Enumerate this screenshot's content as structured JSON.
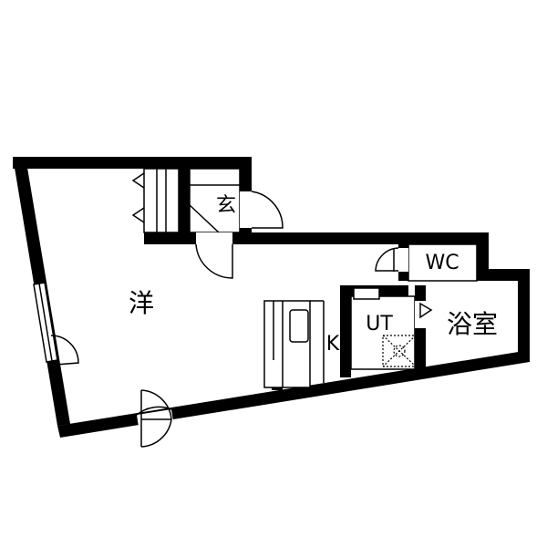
{
  "floorplan": {
    "rooms": {
      "western": "洋",
      "entrance": "玄",
      "kitchen": "K",
      "utility": "UT",
      "toilet": "WC",
      "bath": "浴室"
    }
  }
}
